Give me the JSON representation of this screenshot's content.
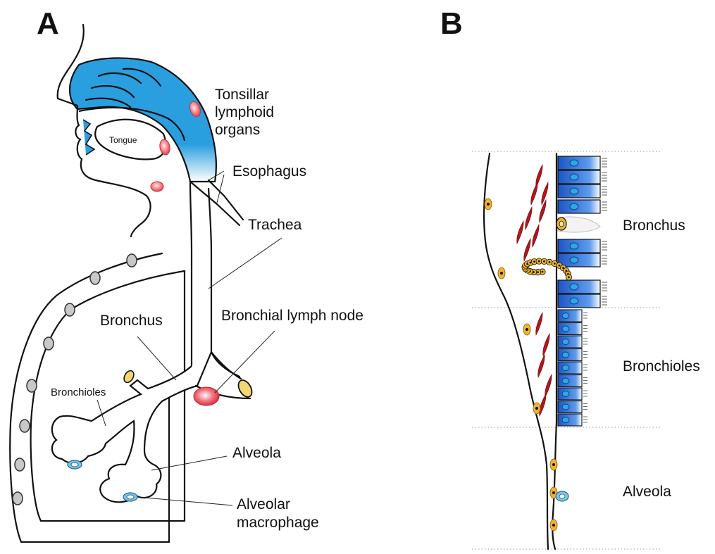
{
  "panels": {
    "a": {
      "letter": "A"
    },
    "b": {
      "letter": "B"
    }
  },
  "labels_a": {
    "tonsillar": [
      "Tonsillar",
      "lymphoid",
      "organs"
    ],
    "tongue": "Tongue",
    "esophagus": "Esophagus",
    "trachea": "Trachea",
    "bronchial_lymph_node": "Bronchial lymph node",
    "bronchus": "Bronchus",
    "bronchioles": "Bronchioles",
    "alveola": "Alveola",
    "alveolar_macrophage": [
      "Alveolar",
      "macrophage"
    ]
  },
  "labels_b": {
    "bronchus": "Bronchus",
    "bronchioles": "Bronchioles",
    "alveola": "Alveola"
  },
  "colors": {
    "airway_blue": "#2a9fe0",
    "lymphoid_red": "#e2414f",
    "cartilage_yellow": "#f4d775",
    "epithelium_blue": "#2b6fd6",
    "muscle_red": "#b3151b",
    "lymphatic_orange": "#f0b42a"
  }
}
